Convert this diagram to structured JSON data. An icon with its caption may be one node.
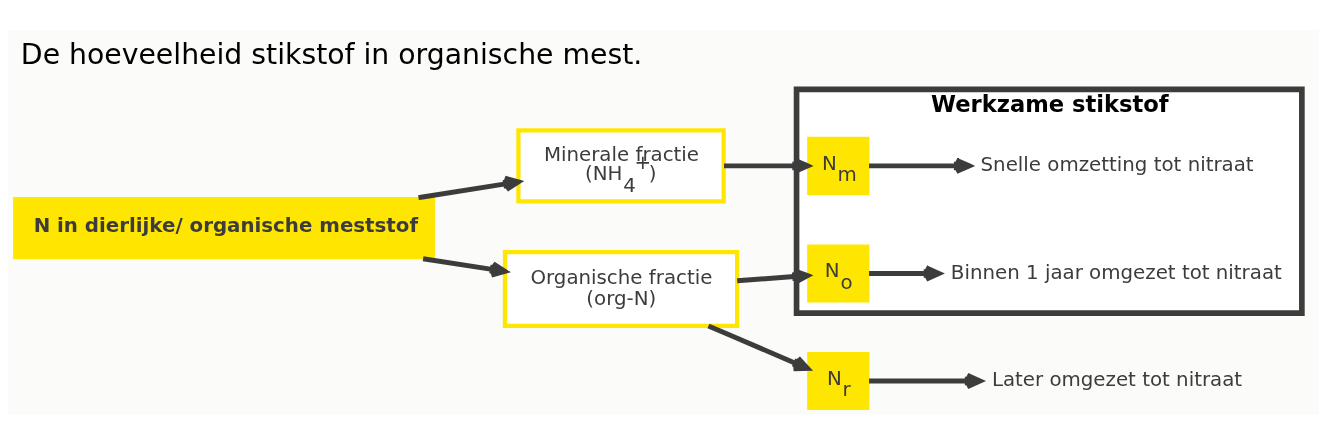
{
  "diagram": {
    "title": "De hoeveelheid stikstof in organische mest.",
    "nodes": [
      {
        "text": [
          "N in dierlijke/ organische meststof"
        ]
      },
      {
        "text": [
          "Minerale fractie",
          "(NH$_{4}$$^{+}$)"
        ]
      },
      {
        "text": [
          "Organische fractie",
          "(org-N)"
        ]
      },
      {
        "text": [
          "Werkzame stikstof"
        ]
      },
      {
        "text": [
          "N$_{m}$"
        ],
        "in": 3
      },
      {
        "text": [
          "Snelle omzetting tot nitraat"
        ],
        "in": 3
      },
      {
        "text": [
          "N$_{o}$"
        ],
        "in": 3
      },
      {
        "text": [
          "Binnen 1 jaar omgezet tot nitraat"
        ],
        "in": 3
      },
      {
        "text": [
          "N$_{r}$"
        ]
      },
      {
        "text": [
          "Later omgezet tot nitraat"
        ]
      }
    ],
    "edges": [
      {
        "from": 0,
        "to": 1,
        "arrow": "to"
      },
      {
        "from": 0,
        "to": 2,
        "arrow": "to"
      },
      {
        "from": 1,
        "to": 4,
        "arrow": "to"
      },
      {
        "from": 2,
        "to": 6,
        "arrow": "to"
      },
      {
        "from": 2,
        "to": 8,
        "arrow": "to"
      },
      {
        "from": 4,
        "to": 5,
        "arrow": "to"
      },
      {
        "from": 6,
        "to": 7,
        "arrow": "to"
      },
      {
        "from": 8,
        "to": 9,
        "arrow": "to"
      }
    ]
  }
}
